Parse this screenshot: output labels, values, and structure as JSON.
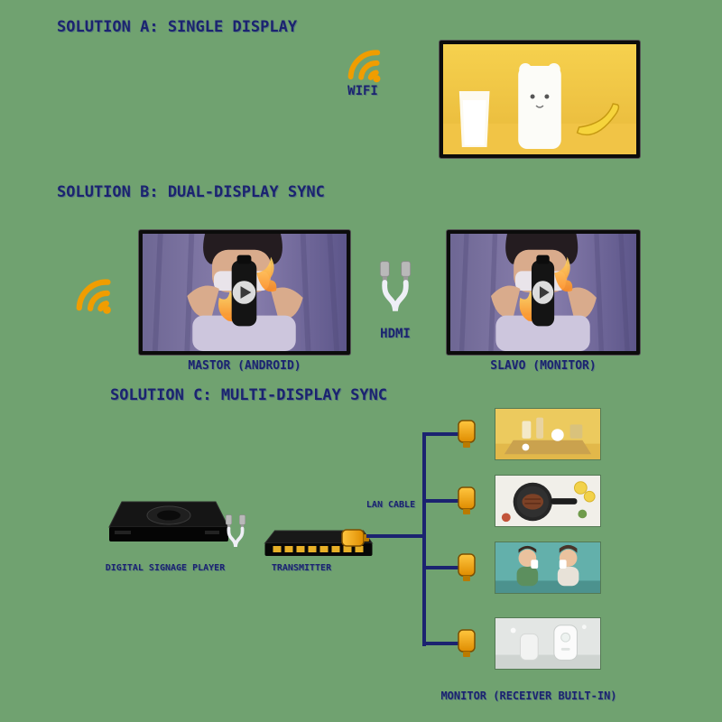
{
  "colors": {
    "background": "#70a270",
    "text": "#1b2370",
    "cable_line": "#1b2370",
    "wifi_orange": "#f09d00",
    "connector_orange": "#f0a11c"
  },
  "solution_a": {
    "title": "SOLUTION A: SINGLE DISPLAY",
    "wifi_label": "WIFI"
  },
  "solution_b": {
    "title": "SOLUTION B: DUAL-DISPLAY SYNC",
    "hdmi_label": "HDMI",
    "master_label": "MASTOR (ANDROID)",
    "slave_label": "SLAVO (MONITOR)"
  },
  "solution_c": {
    "title": "SOLUTION C: MULTI-DISPLAY SYNC",
    "player_label": "DIGITAL SIGNAGE PLAYER",
    "transmitter_label": "TRANSMITTER",
    "lan_cable_label": "LAN CABLE",
    "receiver_label": "MONITOR (RECEIVER BUILT-IN)"
  }
}
